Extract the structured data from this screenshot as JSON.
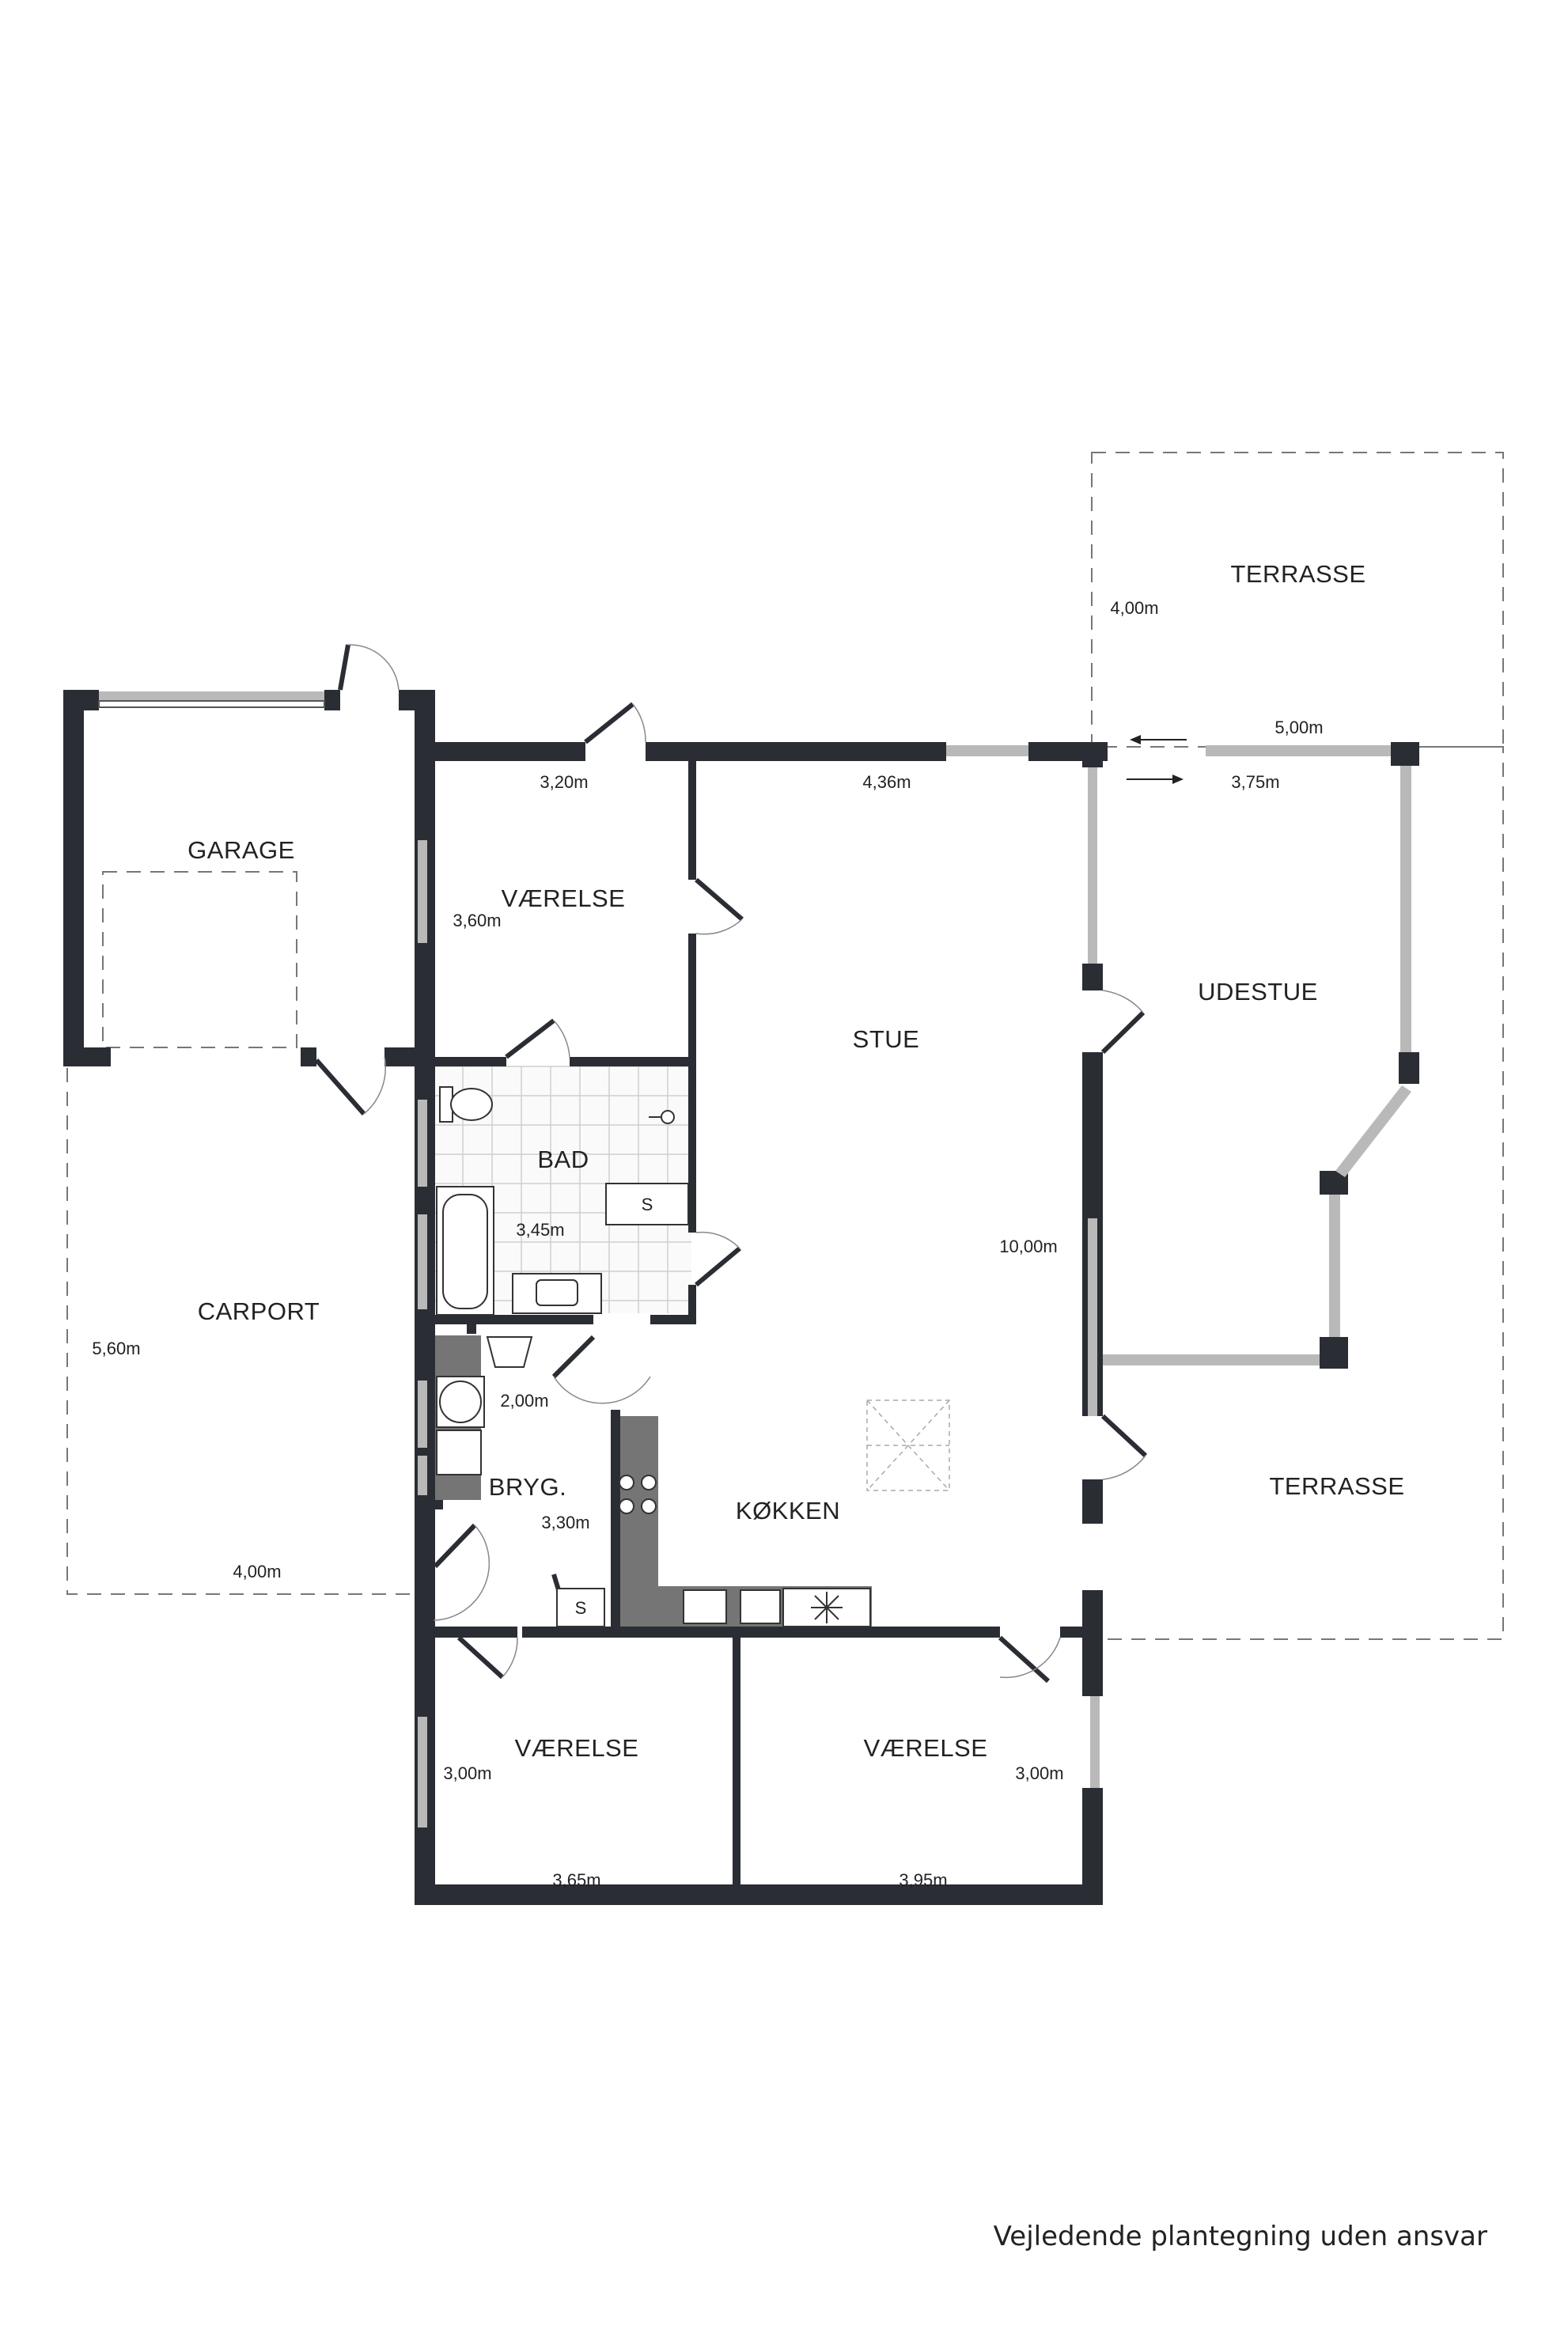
{
  "rooms": {
    "garage": "GARAGE",
    "carport": "CARPORT",
    "vaerelse_top": "VÆRELSE",
    "bad": "BAD",
    "stue": "STUE",
    "udestue": "UDESTUE",
    "terrasse_top": "TERRASSE",
    "terrasse_right": "TERRASSE",
    "bryg": "BRYG.",
    "koekken": "KØKKEN",
    "vaerelse_bottom_left": "VÆRELSE",
    "vaerelse_bottom_right": "VÆRELSE",
    "s_bad": "S",
    "s_bryg": "S"
  },
  "dimensions": {
    "terrasse_depth": "4,00m",
    "terrasse_width": "5,00m",
    "vaerelse_top_width": "3,20m",
    "vaerelse_top_depth": "3,60m",
    "stue_width": "4,36m",
    "udestue_width": "3,75m",
    "bad_depth": "3,45m",
    "stue_length": "10,00m",
    "carport_depth": "5,60m",
    "carport_width": "4,00m",
    "bryg_width": "2,00m",
    "bryg_depth": "3,30m",
    "vaerelse_bl_depth": "3,00m",
    "vaerelse_bl_width": "3,65m",
    "vaerelse_br_depth": "3,00m",
    "vaerelse_br_width": "3,95m"
  },
  "footer": {
    "disclaimer": "Vejledende plantegning uden ansvar"
  }
}
